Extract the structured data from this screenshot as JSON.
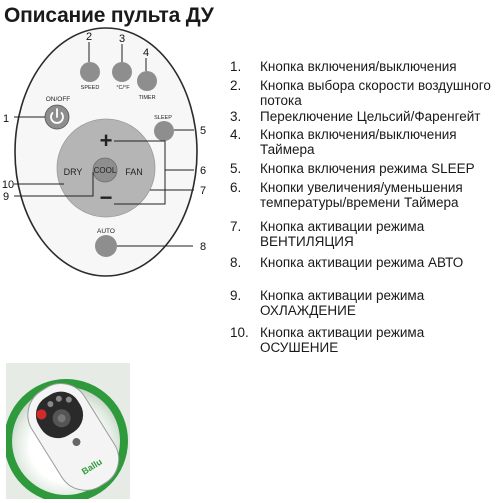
{
  "title": "Описание пульта ДУ",
  "remote": {
    "on_off_label": "ON/OFF",
    "speed_label": "SPEED",
    "temp_label": "°C/°F",
    "timer_label": "TIMER",
    "sleep_label": "SLEEP",
    "plus_label": "+",
    "minus_label": "−",
    "dry_label": "DRY",
    "cool_label": "COOL",
    "fan_label": "FAN",
    "auto_label": "AUTO"
  },
  "callouts": [
    "1",
    "2",
    "3",
    "4",
    "5",
    "6",
    "7",
    "8",
    "9",
    "10"
  ],
  "legend": [
    {
      "num": "1.",
      "text": "Кнопка включения/выключения"
    },
    {
      "num": "2.",
      "text": "Кнопка выбора скорости воздушного потока"
    },
    {
      "num": "3.",
      "text": "Переключение Цельсий/Фаренгейт"
    },
    {
      "num": "4.",
      "text": "Кнопка включения/выключения Таймера"
    },
    {
      "num": "5.",
      "text": "Кнопка включения режима SLEEP"
    },
    {
      "num": "6.",
      "text": "Кнопки увеличения/уменьшения температуры/времени Таймера"
    },
    {
      "num": "7.",
      "text": "Кнопка активации режима ВЕНТИЛЯЦИЯ"
    },
    {
      "num": "8.",
      "text": "Кнопка активации режима АВТО"
    },
    {
      "num": "9.",
      "text": "Кнопка активации режима ОХЛАЖДЕНИЕ"
    },
    {
      "num": "10.",
      "text": "Кнопка активации режима ОСУШЕНИЕ"
    }
  ],
  "photo": {
    "brand": "Ballu"
  },
  "colors": {
    "remote_body": "#f7f7f7",
    "button_gray": "#8e8e8e",
    "dial": "#b5b5b5",
    "photo_green": "#2e9a3c"
  }
}
